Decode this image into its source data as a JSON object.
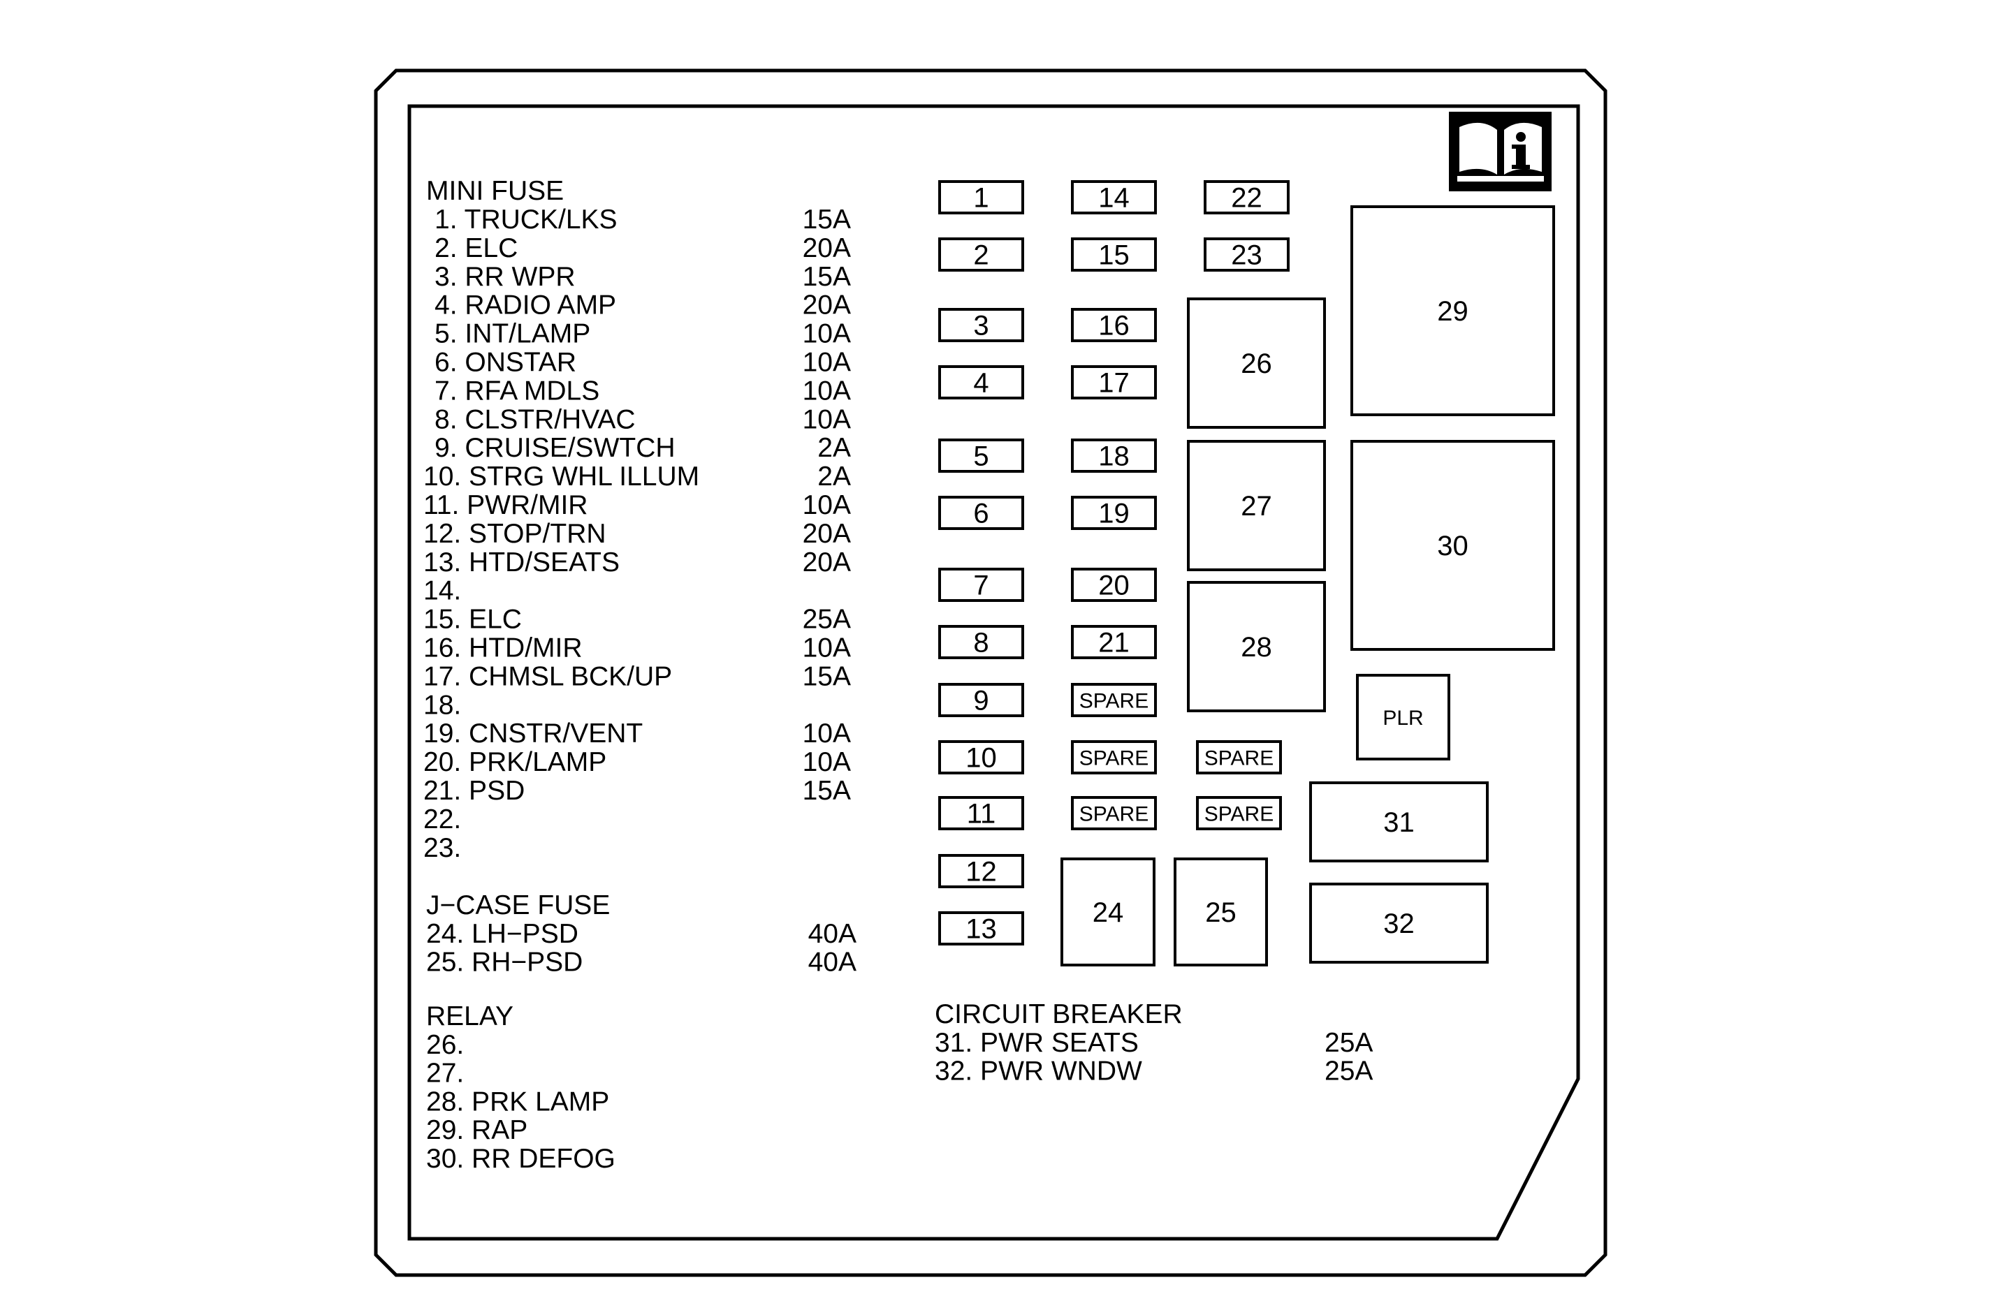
{
  "mini_fuse": {
    "heading": "MINI FUSE",
    "items": [
      {
        "label": "1. TRUCK/LKS",
        "amp": "15A"
      },
      {
        "label": "2. ELC",
        "amp": "20A"
      },
      {
        "label": "3. RR WPR",
        "amp": "15A"
      },
      {
        "label": "4. RADIO AMP",
        "amp": "20A"
      },
      {
        "label": "5. INT/LAMP",
        "amp": "10A"
      },
      {
        "label": "6. ONSTAR",
        "amp": "10A"
      },
      {
        "label": "7. RFA MDLS",
        "amp": "10A"
      },
      {
        "label": "8. CLSTR/HVAC",
        "amp": "10A"
      },
      {
        "label": "9. CRUISE/SWTCH",
        "amp": "2A"
      },
      {
        "label": "10. STRG WHL ILLUM",
        "amp": "2A"
      },
      {
        "label": "11. PWR/MIR",
        "amp": "10A"
      },
      {
        "label": "12. STOP/TRN",
        "amp": "20A"
      },
      {
        "label": "13. HTD/SEATS",
        "amp": "20A"
      },
      {
        "label": "14.",
        "amp": ""
      },
      {
        "label": "15. ELC",
        "amp": "25A"
      },
      {
        "label": "16. HTD/MIR",
        "amp": "10A"
      },
      {
        "label": "17. CHMSL BCK/UP",
        "amp": "15A"
      },
      {
        "label": "18.",
        "amp": ""
      },
      {
        "label": "19. CNSTR/VENT",
        "amp": "10A"
      },
      {
        "label": "20. PRK/LAMP",
        "amp": "10A"
      },
      {
        "label": "21. PSD",
        "amp": "15A"
      },
      {
        "label": "22.",
        "amp": ""
      },
      {
        "label": "23.",
        "amp": ""
      }
    ]
  },
  "jcase_fuse": {
    "heading": "J−CASE FUSE",
    "items": [
      {
        "label": "24. LH−PSD",
        "amp": "40A"
      },
      {
        "label": "25. RH−PSD",
        "amp": "40A"
      }
    ]
  },
  "relay": {
    "heading": "RELAY",
    "items": [
      {
        "label": "26."
      },
      {
        "label": "27."
      },
      {
        "label": "28. PRK LAMP"
      },
      {
        "label": "29. RAP"
      },
      {
        "label": "30. RR DEFOG"
      }
    ]
  },
  "circuit_breaker": {
    "heading": "CIRCUIT BREAKER",
    "items": [
      {
        "label": "31. PWR SEATS",
        "amp": "25A"
      },
      {
        "label": "32. PWR WNDW",
        "amp": "25A"
      }
    ]
  },
  "slots": {
    "fuses_col1": [
      "1",
      "2",
      "3",
      "4",
      "5",
      "6",
      "7",
      "8",
      "9",
      "10",
      "11",
      "12",
      "13"
    ],
    "fuses_col2": [
      "14",
      "15",
      "16",
      "17",
      "18",
      "19",
      "20",
      "21",
      "SPARE",
      "SPARE",
      "SPARE"
    ],
    "fuses_col3": [
      "22",
      "23",
      "SPARE",
      "SPARE"
    ],
    "relays": [
      "26",
      "27",
      "28",
      "29",
      "30"
    ],
    "jcase": [
      "24",
      "25"
    ],
    "plr": "PLR",
    "breakers": [
      "31",
      "32"
    ]
  },
  "icon": "owner-manual-info-icon"
}
